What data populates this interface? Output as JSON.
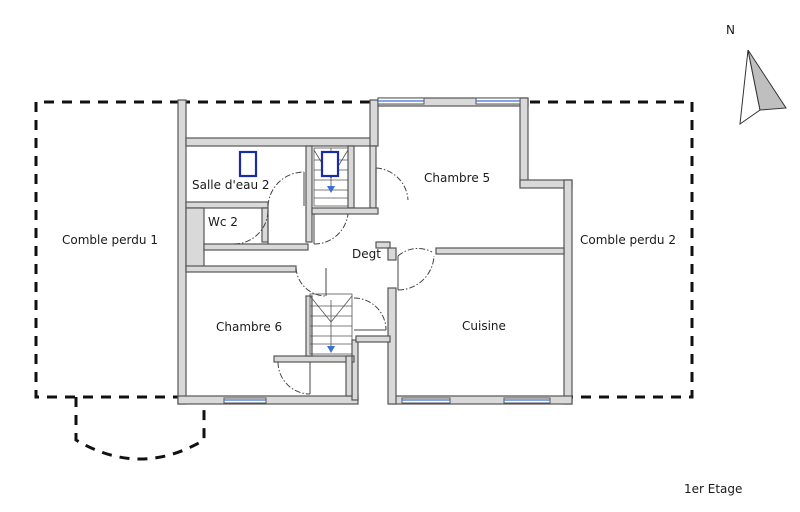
{
  "rooms": {
    "comble_perdu_1": "Comble perdu 1",
    "comble_perdu_2": "Comble perdu 2",
    "salle_deau_2": "Salle d'eau 2",
    "wc_2": "Wc 2",
    "chambre_5": "Chambre 5",
    "degt": "Degt",
    "chambre_6": "Chambre 6",
    "cuisine": "Cuisine"
  },
  "compass": {
    "label": "N"
  },
  "floor": {
    "label": "1er Etage"
  },
  "colors": {
    "wall_fill": "#d9d9d9",
    "wall_stroke": "#555555",
    "fixture_blue": "#1a2ba8",
    "window_blue": "#3a6fd8"
  }
}
